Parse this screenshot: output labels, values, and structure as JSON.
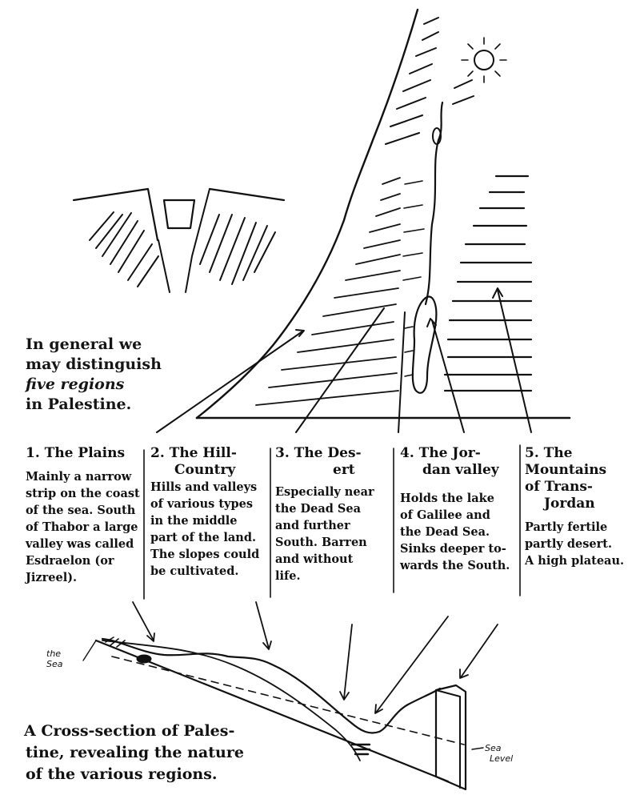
{
  "intro": {
    "line1": "In general we",
    "line2": "may distinguish",
    "line3": "five regions",
    "line4": "in Palestine."
  },
  "regions": [
    {
      "title_l1": "1.  The Plains",
      "title_l2": "",
      "body": [
        "Mainly a narrow",
        "strip on the coast",
        "of the sea. South",
        "of Thabor a large",
        "valley was called",
        "Esdraelon     (or",
        "Jizreel)."
      ]
    },
    {
      "title_l1": "2. The Hill-",
      "title_l2": "Country",
      "body": [
        "Hills and valleys",
        "of various types",
        "in    the    middle",
        "part of the land.",
        "The slopes could",
        "be cultivated."
      ]
    },
    {
      "title_l1": "3.  The  Des-",
      "title_l2": "ert",
      "body": [
        "Especially  near",
        "the   Dead  Sea",
        "and   further",
        "South.  Barren",
        "and    without",
        "life."
      ]
    },
    {
      "title_l1": "4.  The  Jor-",
      "title_l2": "dan valley",
      "body": [
        "Holds the lake",
        "of Galilee and",
        "the Dead Sea.",
        "Sinks deeper to-",
        "wards the South."
      ]
    },
    {
      "title_l1": "5. The",
      "title_l2": "Mountains",
      "title_l3": "of Trans-",
      "title_l4": "Jordan",
      "body": [
        "Partly fertile",
        "partly desert.",
        "A high plateau."
      ]
    }
  ],
  "cross_section": {
    "sea_label_l1": "the",
    "sea_label_l2": "Sea",
    "level_label_l1": "Sea",
    "level_label_l2": "Level",
    "caption_l1": "A Cross-section of Pales-",
    "caption_l2": "tine, revealing the nature",
    "caption_l3": "of the various  regions."
  }
}
